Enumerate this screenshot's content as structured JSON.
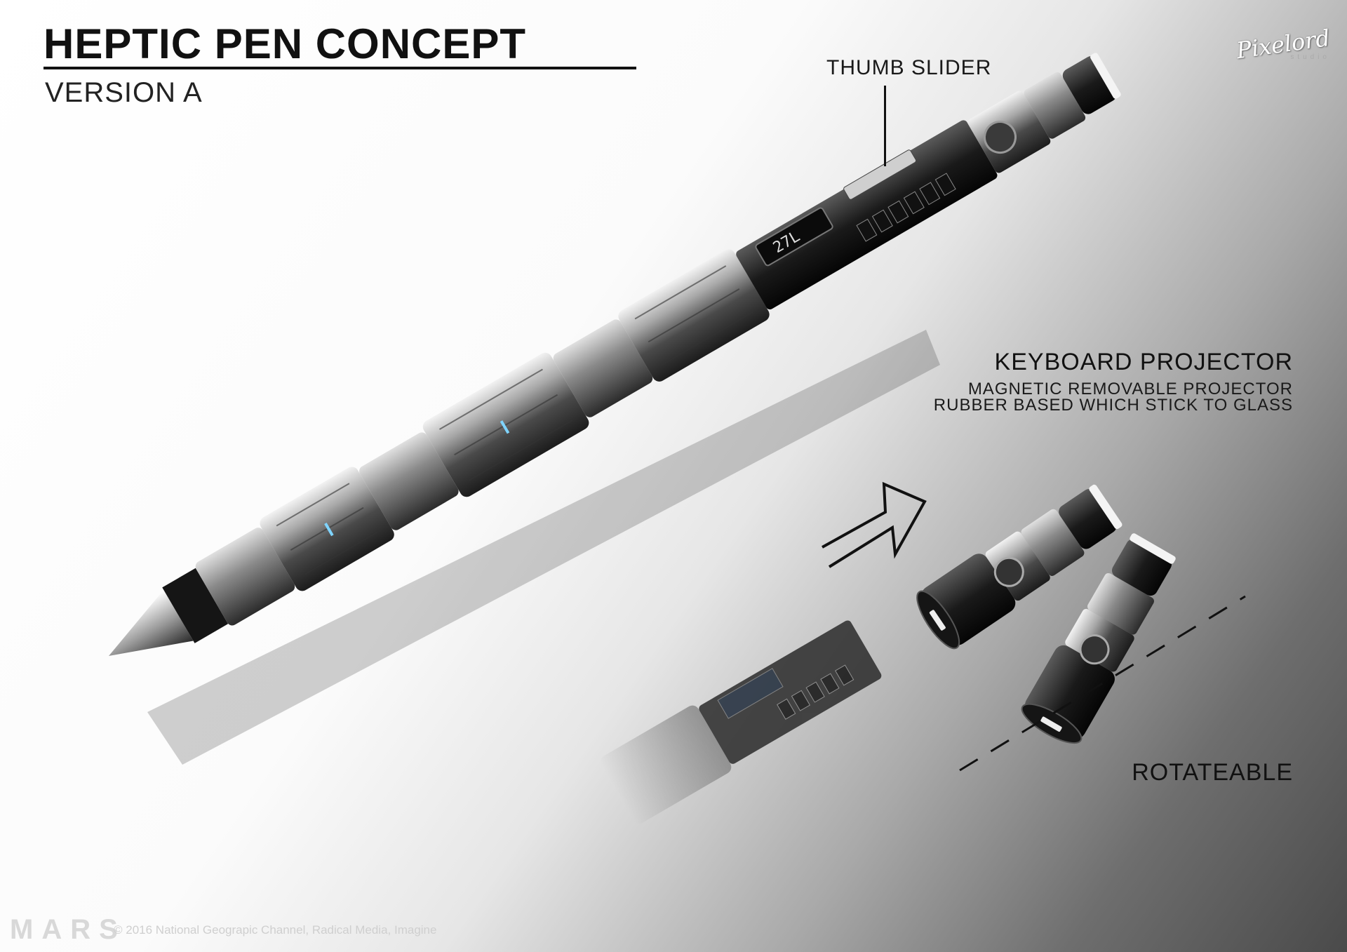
{
  "header": {
    "title": "HEPTIC PEN CONCEPT",
    "subtitle": "VERSION A"
  },
  "logo": {
    "text": "Pixelord",
    "sub": "studio"
  },
  "callouts": {
    "thumb_slider": "THUMB SLIDER",
    "keyboard_projector": {
      "title": "KEYBOARD PROJECTOR",
      "line1": "MAGNETIC REMOVABLE PROJECTOR",
      "line2": "RUBBER BASED WHICH STICK TO GLASS"
    },
    "rotateable": "ROTATEABLE"
  },
  "pen": {
    "display_readout": "27L"
  },
  "footer": {
    "brand": "MARS",
    "copyright": "© 2016 National Geograpic Channel, Radical Media, Imagine"
  },
  "colors": {
    "metal_light": "#d9d9d9",
    "metal_mid": "#8f8f8f",
    "metal_dark": "#2a2a2a",
    "accent_glow": "#7fd4ff"
  }
}
